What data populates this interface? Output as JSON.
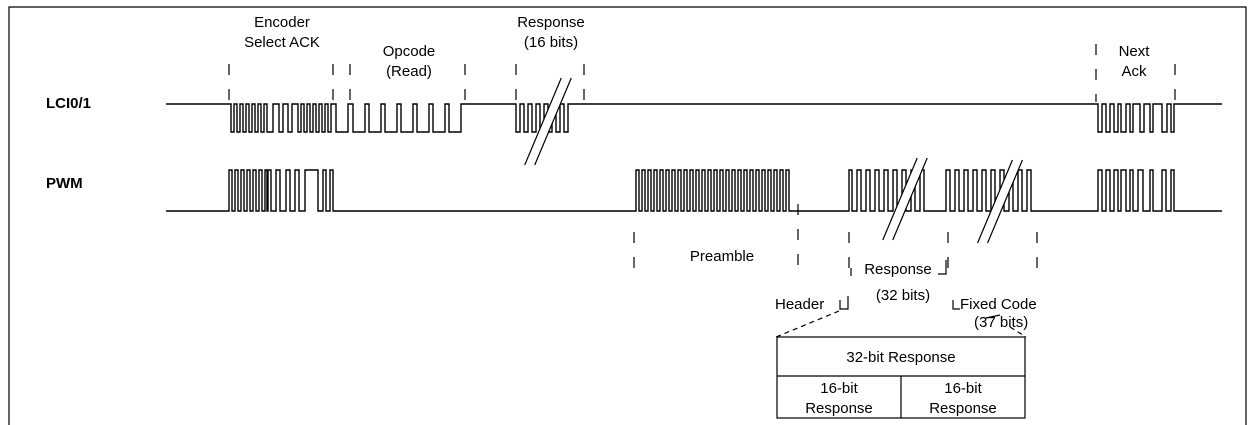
{
  "signals": {
    "lci": "LCI0/1",
    "pwm": "PWM"
  },
  "top_labels": {
    "encoder_1": "Encoder",
    "encoder_2": "Select ACK",
    "opcode_1": "Opcode",
    "opcode_2": "(Read)",
    "response_1": "Response",
    "response_2": "(16 bits)",
    "next_1": "Next",
    "next_2": "Ack"
  },
  "bottom_labels": {
    "preamble": "Preamble",
    "response_1": "Response",
    "response_2": "(32 bits)",
    "header": "Header",
    "fixed_1": "Fixed Code",
    "fixed_2": "(37 bits)"
  },
  "table": {
    "title": "32-bit Response",
    "cells": [
      {
        "line1": "16-bit",
        "line2": "Response"
      },
      {
        "line1": "16-bit",
        "line2": "Response"
      }
    ]
  }
}
